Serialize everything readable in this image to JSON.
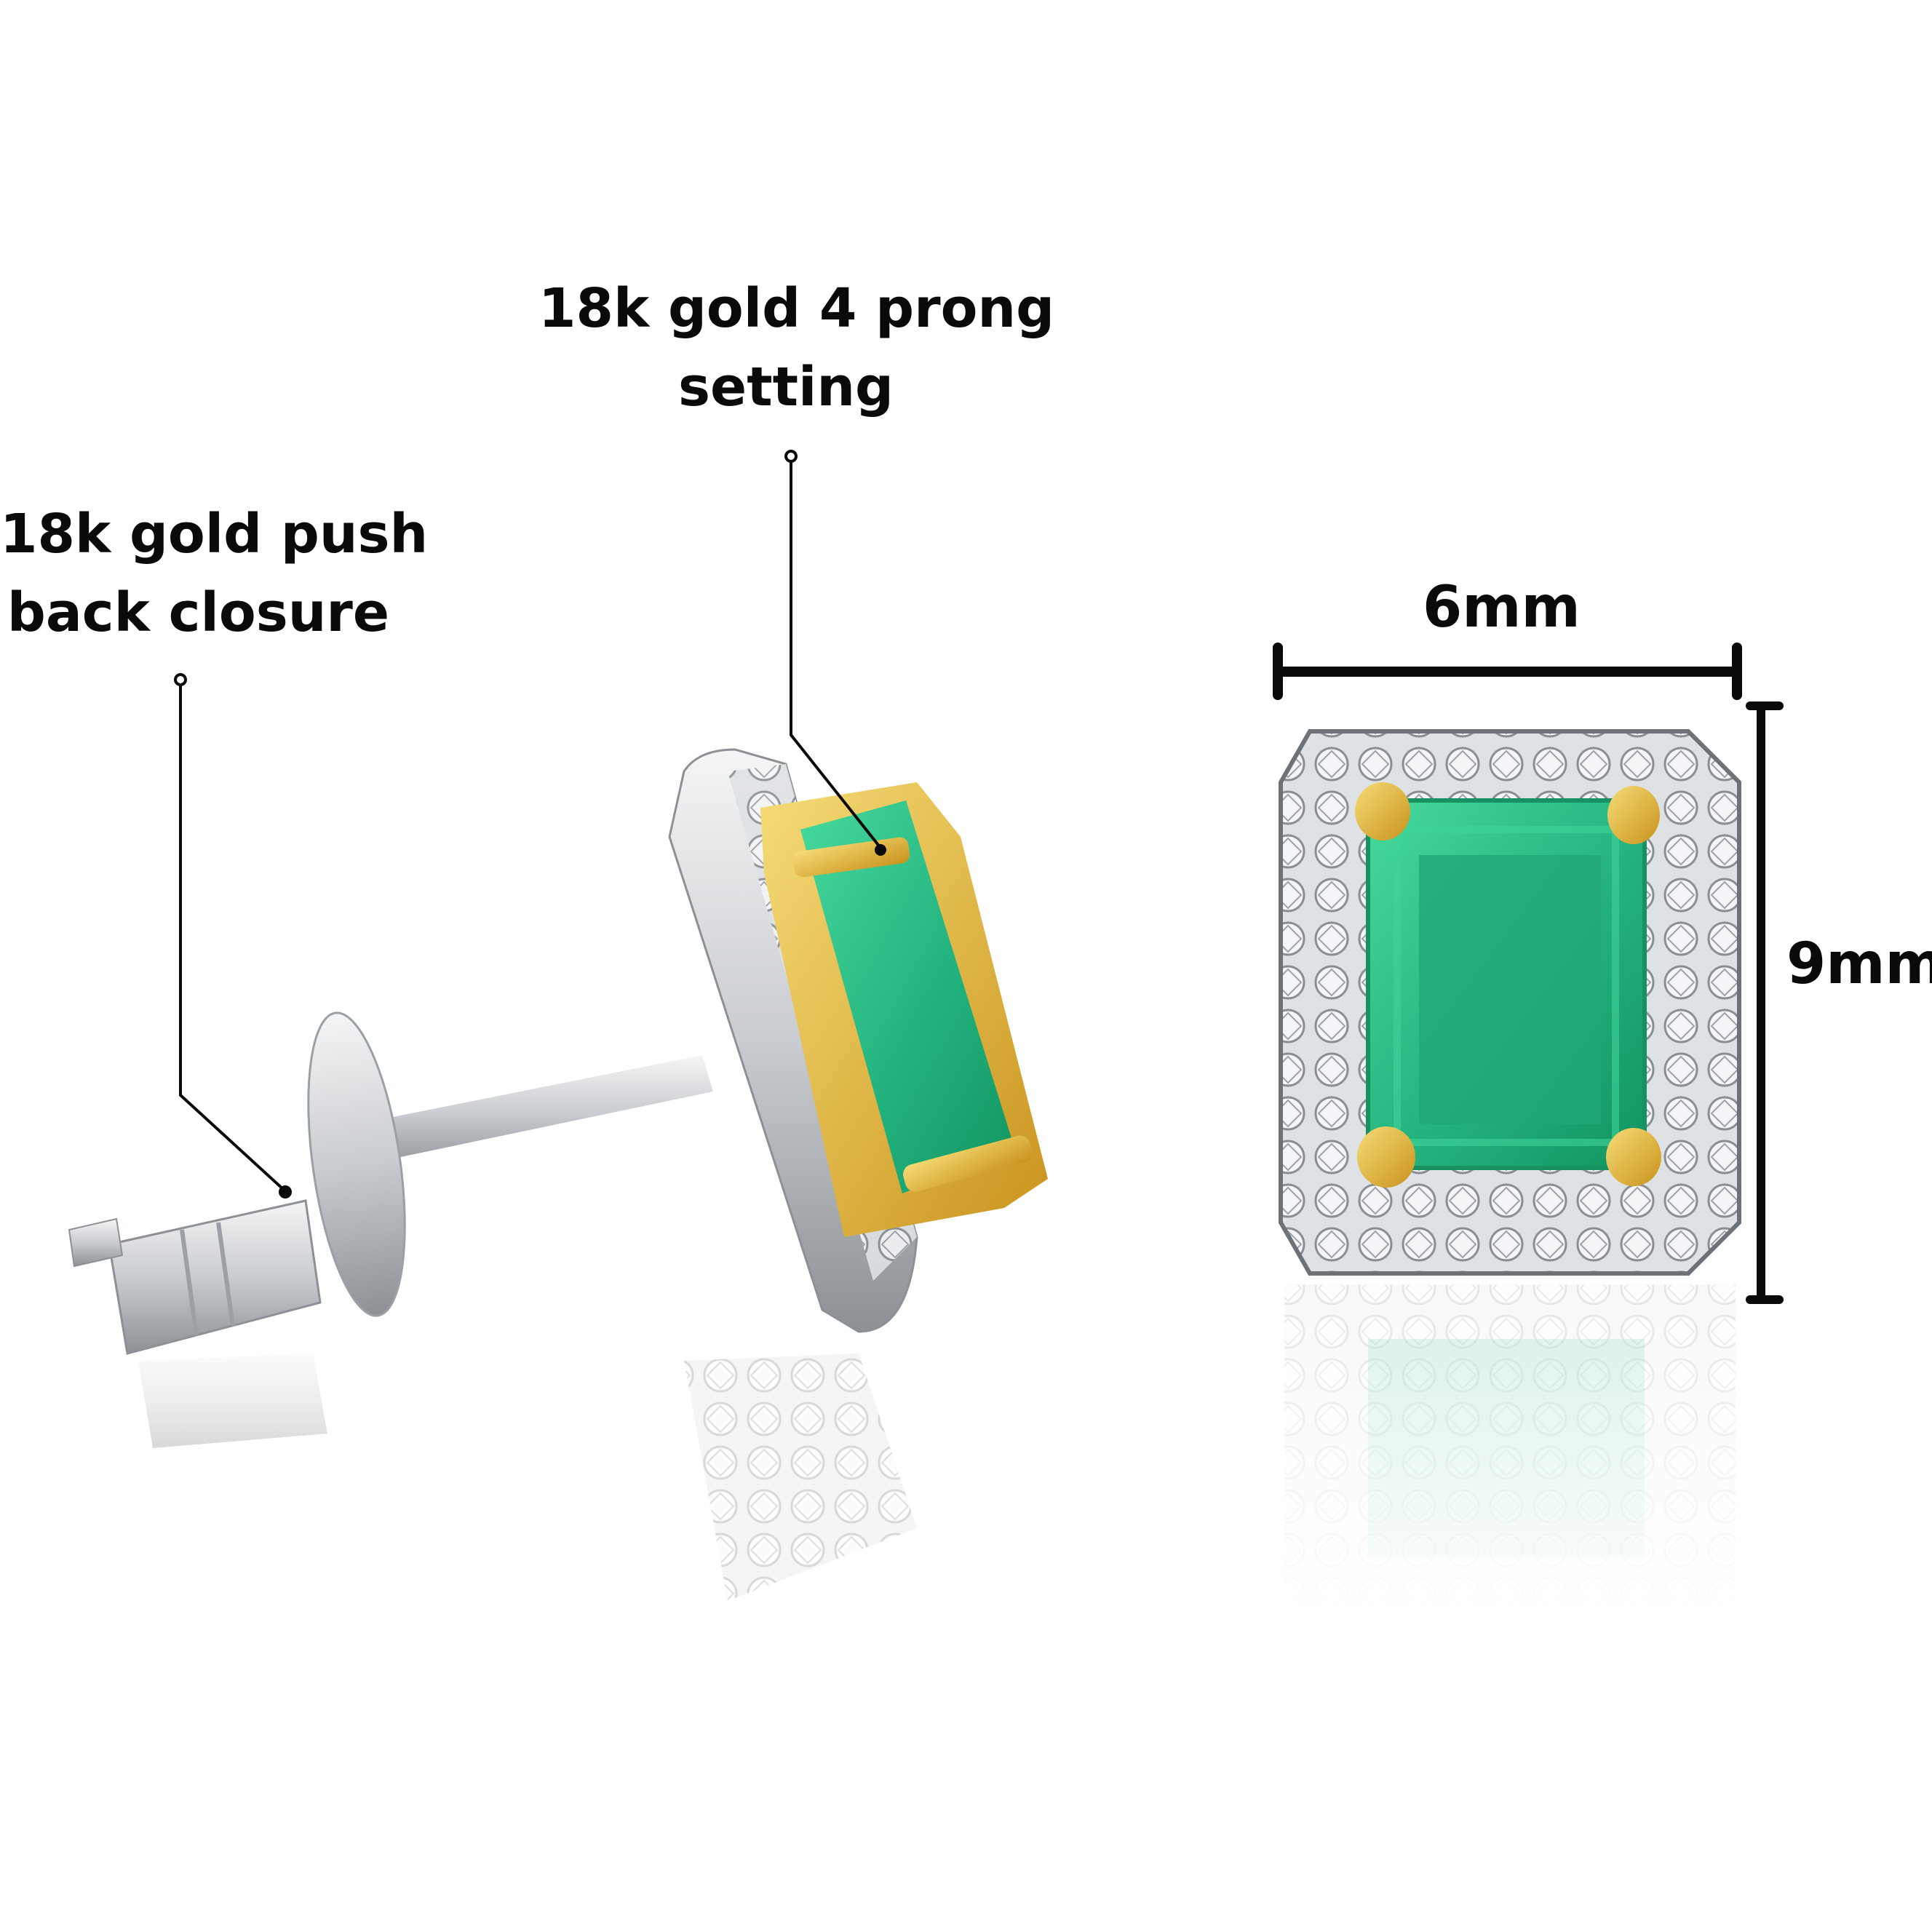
{
  "callouts": {
    "prong_setting": {
      "line1": "18k gold 4 prong",
      "line2": "setting"
    },
    "push_back": {
      "line1": "18k gold push",
      "line2": "back closure"
    }
  },
  "dimensions": {
    "width": "6mm",
    "height": "9mm"
  },
  "colors": {
    "emerald": "#2fc08a",
    "emerald_dark": "#159a6a",
    "gold": "#e5b93a",
    "white_gold": "#e6e8ea",
    "diamond_gray": "#b9bdc2",
    "ink": "#0a0a0a"
  }
}
